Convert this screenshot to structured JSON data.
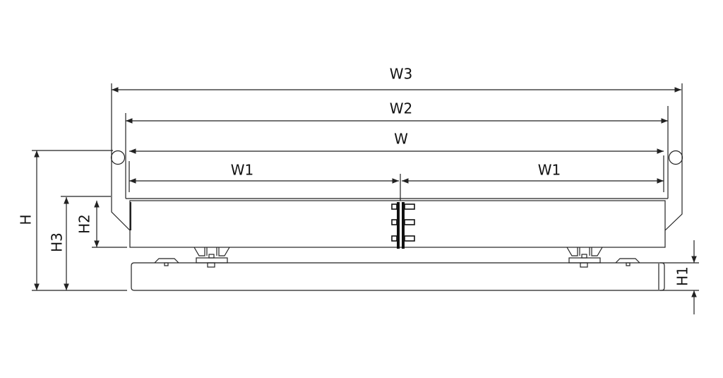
{
  "diagram": {
    "title": "Platform scale dimension drawing",
    "labels": {
      "w3": "W3",
      "w2": "W2",
      "w": "W",
      "w1_left": "W1",
      "w1_right": "W1",
      "h": "H",
      "h3": "H3",
      "h2": "H2",
      "h1": "H1"
    },
    "colors": {
      "line": "#222222",
      "background": "#ffffff"
    }
  }
}
